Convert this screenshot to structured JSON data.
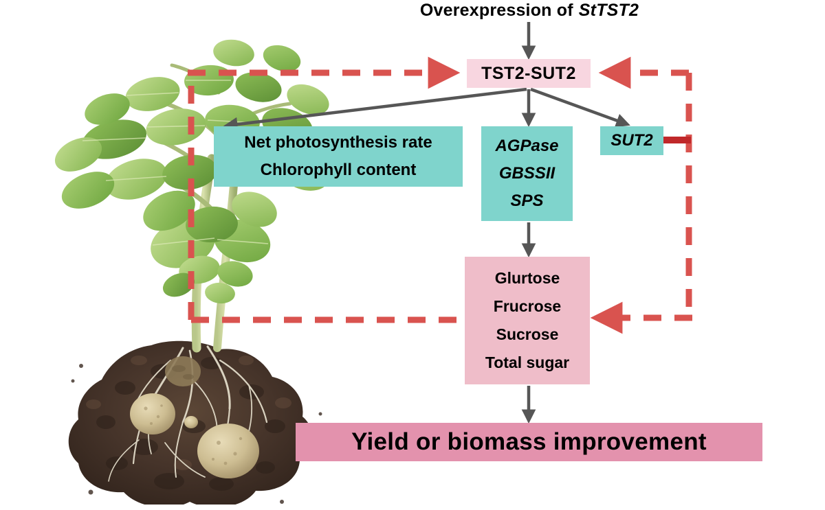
{
  "diagram": {
    "title_prefix": "Overexpression of",
    "title_gene": "StTST2"
  },
  "nodes": {
    "transporter_complex": {
      "label": "TST2-SUT2",
      "color": "#f8d6e0"
    },
    "photosynthesis": {
      "line1": "Net photosynthesis rate",
      "line2": "Chlorophyll content",
      "color": "#7fd4cc"
    },
    "enzymes": {
      "line1": "AGPase",
      "line2": "GBSSII",
      "line3": "SPS",
      "color": "#7fd4cc"
    },
    "sut2": {
      "label": "SUT2",
      "color": "#7fd4cc"
    },
    "sugars": {
      "line1": "Glurtose",
      "line2": "Frucrose",
      "line3": "Sucrose",
      "line4": "Total sugar",
      "color": "#efbdc9"
    },
    "outcome": {
      "label": "Yield or biomass improvement",
      "color": "#e392ad"
    }
  },
  "image": {
    "subject": "potato-plant-with-tubers-in-soil"
  },
  "colors": {
    "teal": "#7fd4cc",
    "pink_light": "#f8d6e0",
    "pink_mid": "#efbdc9",
    "rose": "#e392ad",
    "arrow_gray": "#565656",
    "feedback_red": "#d9534f",
    "inhibition_red": "#c0282a",
    "background": "#ffffff"
  }
}
